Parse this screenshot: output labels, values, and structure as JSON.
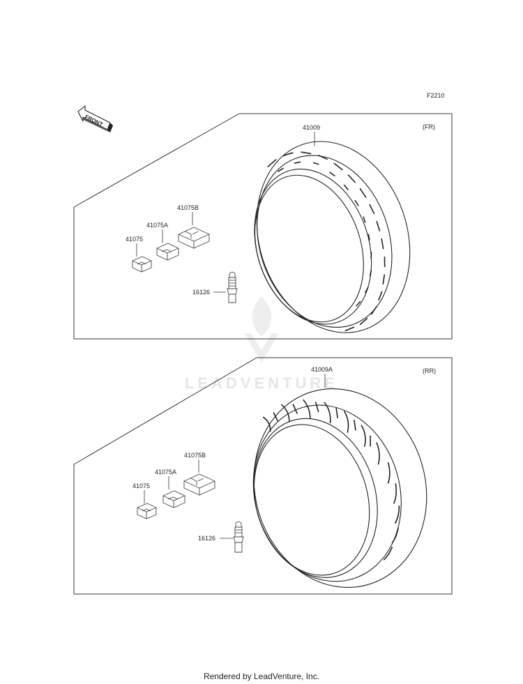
{
  "page_code": "F2210",
  "front_arrow_label": "FRONT",
  "watermark_text": "LEADVENTURE",
  "front_panel": {
    "position_label": "(FR)",
    "tire_part": "41009",
    "weight_part_1": "41075",
    "weight_part_2": "41075A",
    "weight_part_3": "41075B",
    "valve_part": "16126"
  },
  "rear_panel": {
    "position_label": "(RR)",
    "tire_part": "41009A",
    "weight_part_1": "41075",
    "weight_part_2": "41075A",
    "weight_part_3": "41075B",
    "valve_part": "16126"
  },
  "footer_text": "Rendered by LeadVenture, Inc."
}
